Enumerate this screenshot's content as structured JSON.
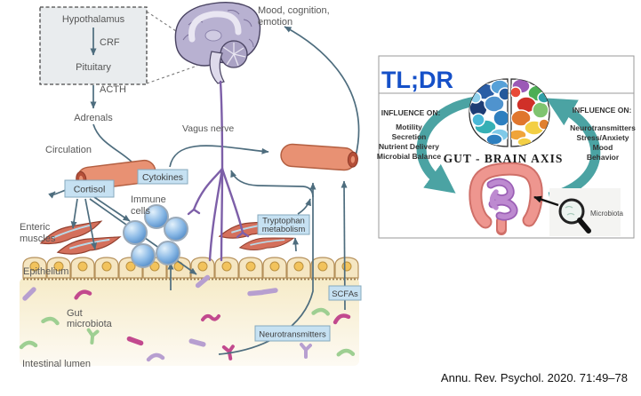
{
  "diagram": {
    "hypothalamus": "Hypothalamus",
    "crf": "CRF",
    "pituitary": "Pituitary",
    "acth": "ACTH",
    "adrenals": "Adrenals",
    "circulation": "Circulation",
    "cortisol": "Cortisol",
    "cytokines": "Cytokines",
    "immune_cells": {
      "line1": "Immune",
      "line2": "cells"
    },
    "vagus_nerve": "Vagus nerve",
    "mood": {
      "line1": "Mood, cognition,",
      "line2": "emotion"
    },
    "tryptophan": {
      "line1": "Tryptophan",
      "line2": "metabolism"
    },
    "enteric_muscles": {
      "line1": "Enteric",
      "line2": "muscles"
    },
    "epithelium": "Epithelium",
    "gut_microbiota": {
      "line1": "Gut",
      "line2": "microbiota"
    },
    "intestinal_lumen": "Intestinal lumen",
    "scfas": "SCFAs",
    "neurotransmitters": "Neurotransmitters"
  },
  "tldr": {
    "heading": "TL;DR",
    "axis_title": "GUT - BRAIN AXIS",
    "left_influence": {
      "heading": "INFLUENCE ON:",
      "items": [
        "Motility",
        "Secretion",
        "Nutrient Delivery",
        "Microbial Balance"
      ]
    },
    "right_influence": {
      "heading": "INFLUENCE ON:",
      "items": [
        "Neurotransmitters",
        "Stress/Anxiety",
        "Mood",
        "Behavior"
      ]
    },
    "microbiota": "Microbiota"
  },
  "citation": "Annu. Rev. Psychol. 2020. 71:49–78",
  "colors": {
    "accent_blue": "#1550c8",
    "teal": "#4ba3a3",
    "slate_arrow": "#4e6d7e",
    "vagus_purple": "#7d5fa8",
    "vessel_salmon": "#e89173",
    "label_box_blue": "#c6e1f2"
  }
}
